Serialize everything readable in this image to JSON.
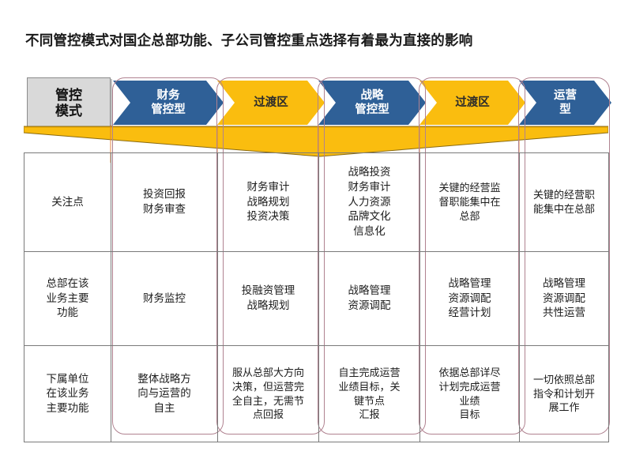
{
  "title": "不同管控模式对国企总部功能、子公司管控重点选择有着最为直接的影响",
  "colors": {
    "blue": "#2f6097",
    "yellow": "#fabd0f",
    "gray_box": "#d9d9d9",
    "outline": "#b08290",
    "grid": "#7a7a7a"
  },
  "header": {
    "mode_box": {
      "line1": "管控",
      "line2": "模式"
    },
    "arrows": [
      {
        "type": "blue",
        "lines": [
          "财务",
          "管控型"
        ]
      },
      {
        "type": "yellow",
        "lines": [
          "过渡区"
        ]
      },
      {
        "type": "blue",
        "lines": [
          "战略",
          "管控型"
        ]
      },
      {
        "type": "yellow",
        "lines": [
          "过渡区"
        ]
      },
      {
        "type": "blue",
        "lines": [
          "运营",
          "型"
        ]
      }
    ]
  },
  "table": {
    "rows": [
      {
        "label": [
          "关注点"
        ],
        "cells": [
          [
            "投资回报",
            "财务审查"
          ],
          [
            "财务审计",
            "战略规划",
            "投资决策"
          ],
          [
            "战略投资",
            "财务审计",
            "人力资源",
            "品牌文化",
            "信息化"
          ],
          [
            "关键的经营监",
            "督职能集中在",
            "总部"
          ],
          [
            "关键的经营职",
            "能集中在总部"
          ]
        ]
      },
      {
        "label": [
          "总部在该",
          "业务主要",
          "功能"
        ],
        "cells": [
          [
            "财务监控"
          ],
          [
            "投融资管理",
            "战略规划"
          ],
          [
            "战略管理",
            "资源调配"
          ],
          [
            "战略管理",
            "资源调配",
            "经营计划"
          ],
          [
            "战略管理",
            "资源调配",
            "共性运营"
          ]
        ]
      },
      {
        "label": [
          "下属单位",
          "在该业务",
          "主要功能"
        ],
        "cells": [
          [
            "整体战略方",
            "向与运营的",
            "自主"
          ],
          [
            "服从总部大方向",
            "决策，但运营完",
            "全自主，无需节",
            "点回报"
          ],
          [
            "自主完成运营",
            "业绩目标，关",
            "键节点",
            "汇报"
          ],
          [
            "依据总部详尽",
            "计划完成运营",
            "业绩",
            "目标"
          ],
          [
            "一切依照总部",
            "指令和计划开",
            "展工作"
          ]
        ]
      }
    ]
  }
}
